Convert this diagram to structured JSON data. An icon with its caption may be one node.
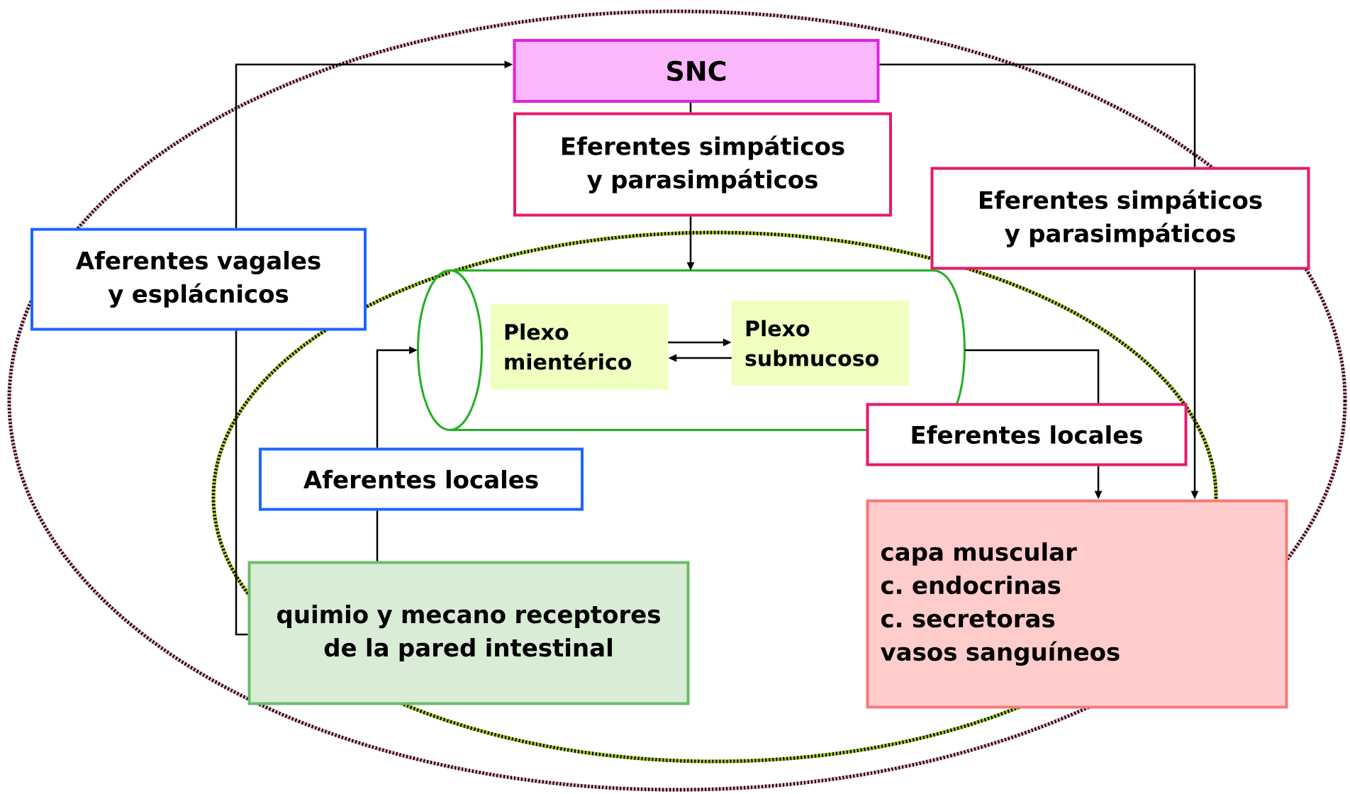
{
  "diagram": {
    "nodes": [
      {
        "text": [
          "SNC"
        ]
      },
      {
        "text": [
          "Eferentes simpáticos y parasimpáticos"
        ]
      },
      {
        "text": [
          "Eferentes simpáticos y parasimpáticos"
        ]
      },
      {
        "text": [
          "Aferentes vagales y esplácnicos"
        ]
      },
      {
        "text": [],
        "shape": "cylinder"
      },
      {
        "text": [
          "Plexo mientérico"
        ],
        "in": 4
      },
      {
        "text": [
          "Plexo submucoso"
        ],
        "in": 4
      },
      {
        "text": [
          "Eferentes locales"
        ]
      },
      {
        "text": [
          "Aferentes locales"
        ]
      },
      {
        "text": [
          "quimio y mecano receptores de la pared intestinal"
        ]
      },
      {
        "text": [
          "capa muscular",
          "c. endocrinas",
          "c. secretoras",
          "vasos sanguíneos"
        ]
      }
    ],
    "edges": [
      {
        "from": 3,
        "to": 0,
        "arrow": "to"
      },
      {
        "from": 9,
        "to": 3,
        "arrow": "none"
      },
      {
        "from": 0,
        "to": 1,
        "arrow": "none"
      },
      {
        "from": 1,
        "to": 4,
        "arrow": "to"
      },
      {
        "from": 0,
        "to": 2,
        "arrow": "none"
      },
      {
        "from": 2,
        "to": 10,
        "arrow": "to"
      },
      {
        "from": 9,
        "to": 8,
        "arrow": "none"
      },
      {
        "from": 8,
        "to": 4,
        "arrow": "to"
      },
      {
        "from": 5,
        "to": 6,
        "arrow": "to"
      },
      {
        "from": 6,
        "to": 5,
        "arrow": "to"
      },
      {
        "from": 4,
        "to": 7,
        "arrow": "none"
      },
      {
        "from": 7,
        "to": 10,
        "arrow": "to"
      }
    ]
  }
}
